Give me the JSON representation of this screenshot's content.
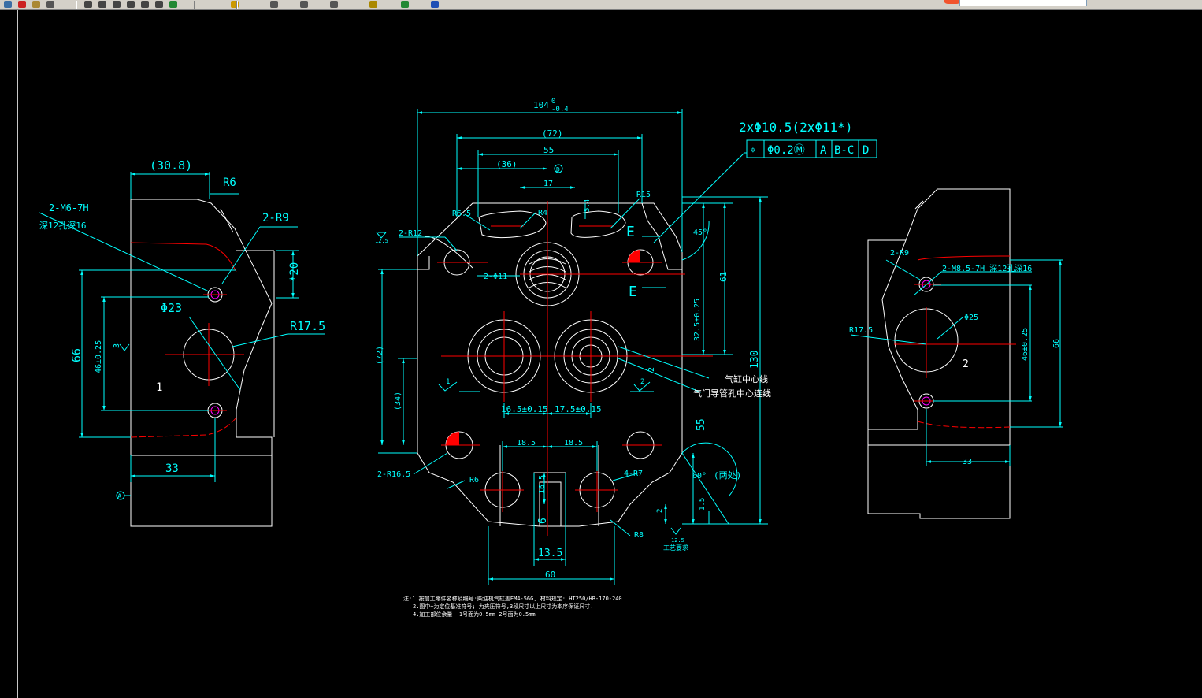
{
  "toolbar": {
    "buttons": [
      {
        "name": "open-icon",
        "color": "#3a6ea5"
      },
      {
        "name": "pin-icon",
        "color": "#cc2222"
      },
      {
        "name": "page-icon",
        "color": "#aa8833"
      },
      {
        "name": "print-icon",
        "color": "#555555"
      },
      {
        "name": "zoom-in-icon",
        "color": "#444444"
      },
      {
        "name": "zoom-out-icon",
        "color": "#444444"
      },
      {
        "name": "zoom-window-icon",
        "color": "#444444"
      },
      {
        "name": "zoom-fit-icon",
        "color": "#444444"
      },
      {
        "name": "zoom-prev-icon",
        "color": "#444444"
      },
      {
        "name": "zoom-next-icon",
        "color": "#444444"
      },
      {
        "name": "refresh-icon",
        "color": "#228833"
      },
      {
        "name": "layer-icon",
        "color": "#cc9900"
      },
      {
        "name": "copy-icon",
        "color": "#555555"
      },
      {
        "name": "paste-icon",
        "color": "#555555"
      },
      {
        "name": "window-icon",
        "color": "#555555"
      },
      {
        "name": "bell-icon",
        "color": "#aa8800"
      },
      {
        "name": "home-icon",
        "color": "#228833"
      },
      {
        "name": "info-icon",
        "color": "#1f4fb5"
      }
    ]
  },
  "colors": {
    "background": "#000000",
    "outline": "#ffffff",
    "dimension": "#00ffff",
    "centerline": "#ff0000",
    "hatch": "#ff0000",
    "hole_ring": "#ff00ff",
    "note": "#ffffff"
  },
  "drawing": {
    "left_view": {
      "dim_top": "(30.8)",
      "r_top": "R6",
      "thread_note_1": "2-M6-7H",
      "thread_note_2": "深12孔深16",
      "r_holes": "2-R9",
      "dim_20": "*20",
      "dia": "Φ23",
      "r_bore": "R17.5",
      "dim_66": "66",
      "dim_46": "46±0.25",
      "roughness": "3",
      "label": "1",
      "dim_33": "33",
      "datum": "A"
    },
    "center_view": {
      "dim_104": "104",
      "tol_104_upper": "0",
      "tol_104_lower": "-0.4",
      "dim_72_top": "(72)",
      "dim_55_top": "55",
      "dim_36": "(36)",
      "datum_mark": "D",
      "dim_17": "17",
      "r15": "R15",
      "r65": "R6.5",
      "r4": "R4",
      "dim_54": "5.4",
      "hole_note": "2xΦ10.5(2xΦ11*)",
      "fcf_symbol": "⌖",
      "fcf_tol": "Φ0.2Ⓜ",
      "fcf_a": "A",
      "fcf_bc": "B-C",
      "fcf_d": "D",
      "section_e": "E",
      "angle_45": "45°",
      "dim_61": "61",
      "dim_325": "32.5±0.25",
      "dim_130": "130",
      "dim_72_left": "(72)",
      "dim_34": "(34)",
      "r12": "2-R12",
      "phi11": "2-Φ11",
      "rough_left": "12.5",
      "cyl_center": "气缸中心线",
      "valve_center": "气门导管孔中心连线",
      "rough_1": "1",
      "rough_2": "2",
      "dim_2": "2",
      "dim_165": "16.5±0.15",
      "dim_175": "17.5±0.15",
      "dim_185a": "18.5",
      "dim_185b": "18.5",
      "r165": "2-R16.5",
      "r6": "R6",
      "r7": "4-R7",
      "dim_55_right": "55",
      "angle_60": "60°",
      "both_sides": "(两处)",
      "dim_165v": "16.5",
      "dim_6": "6",
      "dim_2b": "2",
      "dim_15": "1.5",
      "r8": "R8",
      "dim_135": "13.5",
      "dim_60": "60",
      "rough_bottom": "12.5",
      "process_req": "工艺要求"
    },
    "notes": [
      "注:1.按加工零件名称及编号:柴油机气缸盖EM4-56G, 材料规定: HT250/HB-170-240",
      "2.图中⌖为定位基准符号;  为夹压符号,3段尺寸以上尺寸为本序保证尺寸.",
      "4.加工部位余量: 1号面为0.5mm 2号面为0.5mm"
    ],
    "right_view": {
      "r_holes": "2-R9",
      "thread_note": "2-M8.5-7H 深12孔深16",
      "dia": "Φ25",
      "r_bore": "R17.5",
      "dim_46": "46±0.25",
      "dim_66": "66",
      "label": "2",
      "dim_33": "33"
    }
  }
}
